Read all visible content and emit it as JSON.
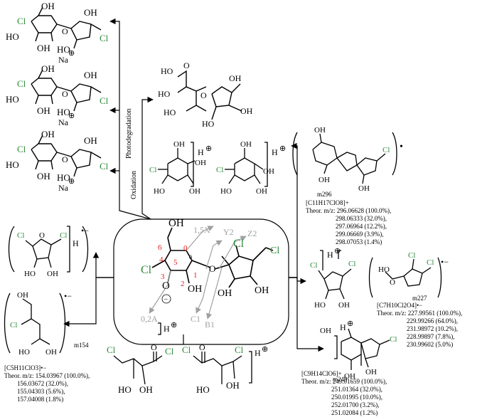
{
  "pathways": {
    "photodegradation": "Photodegradation",
    "oxidation": "Oxidation"
  },
  "central": {
    "numbers": [
      "6",
      "4",
      "5",
      "3",
      "2",
      "1",
      "0"
    ],
    "fragments": [
      "1,5X",
      "Y2",
      "Z2",
      "0,2A",
      "C1",
      "B1"
    ],
    "sup_0": "0",
    "labels": {
      "oh": "OH",
      "cl": "Cl",
      "o": "O",
      "minus": "−"
    }
  },
  "atoms": {
    "oh": "OH",
    "ho": "HO",
    "cl": "Cl",
    "o": "O",
    "na": "Na"
  },
  "ion_marks": {
    "h_plus": "H",
    "radical_anion": "•−",
    "radical_cation": "•"
  },
  "fragments": {
    "m296": {
      "label": "m296",
      "formula": "[C11H17ClO8]+",
      "theor_prefix": "Theor. m/z:",
      "peaks": [
        "296.06628 (100.0%),",
        "298.06333 (32.0%),",
        "297.06964 (12.2%),",
        "299.06669 (3.9%),",
        "298.07053 (1.4%)"
      ]
    },
    "m227": {
      "label": "m227",
      "formula": "[C7H10Cl2O4]•−",
      "theor_prefix": "Theor. m/z:",
      "peaks": [
        "227.99561 (100.0%),",
        "229.99266 (64.0%),",
        "231.98972 (10.2%),",
        "228.99897 (7.8%),",
        "230.99602 (5.0%)"
      ]
    },
    "m249": {
      "label": "m249",
      "formula": "[C9H14ClO6]+",
      "theor_prefix": "Theor. m/z:",
      "peaks": [
        "249.01659 (100.0%),",
        "251.01364 (32.0%),",
        "250.01995 (10.0%),",
        "252.01700 (3.2%),",
        "251.02084 (1.2%)"
      ]
    },
    "m154": {
      "label": "m154",
      "formula": "[C5H11ClO3]•−",
      "theor_prefix": "Theor. m/z:",
      "peaks": [
        "154.03967 (100.0%),",
        "156.03672 (32.0%),",
        "155.04303 (5.6%),",
        "157.04008 (1.8%)"
      ]
    }
  },
  "colors": {
    "chlorine": "#2e8b3a",
    "numbering": "#e02020",
    "fragment_lines": "#a0a0a0",
    "ink": "#000000"
  }
}
